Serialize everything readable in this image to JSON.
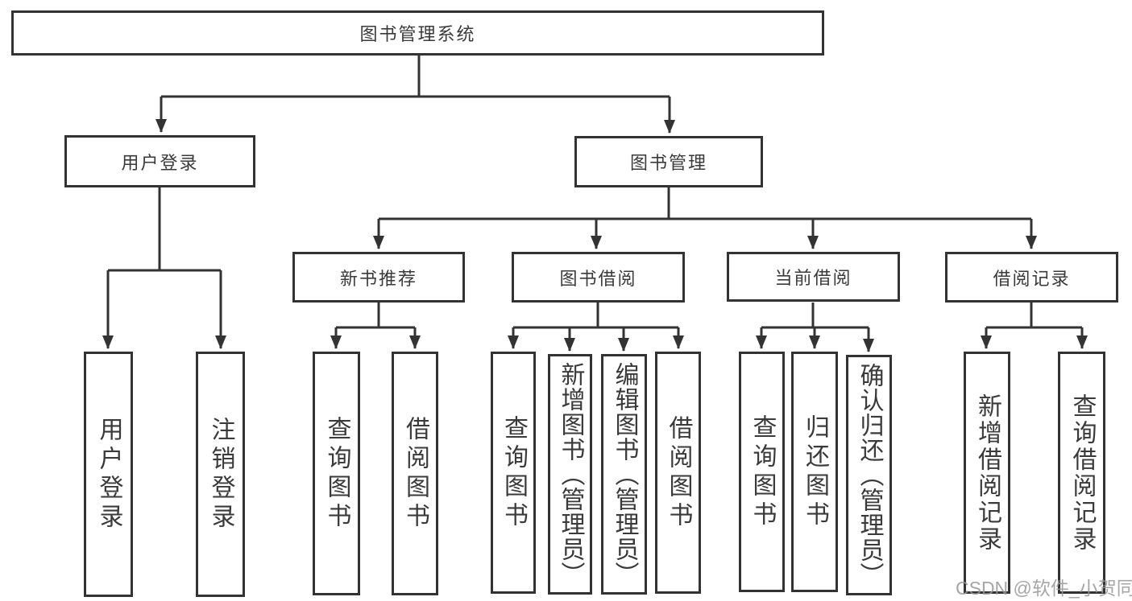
{
  "diagram": {
    "root": "图书管理系统",
    "level2": {
      "user_login": "用户登录",
      "book_mgmt": "图书管理"
    },
    "level3": {
      "new_books": "新书推荐",
      "borrowing": "图书借阅",
      "current": "当前借阅",
      "records": "借阅记录"
    },
    "leaves": {
      "login": "用户登录",
      "logout": "注销登录",
      "nb_search": "查询图书",
      "nb_borrow": "借阅图书",
      "bw_search": "查询图书",
      "bw_add": "新增图书（管理员）",
      "bw_edit": "编辑图书（管理员）",
      "bw_borrow": "借阅图书",
      "cur_search": "查询图书",
      "cur_return": "归还图书",
      "cur_confirm": "确认归还（管理员）",
      "rec_add": "新增借阅记录",
      "rec_search": "查询借阅记录"
    }
  },
  "watermark": "CSDN @软件_小贺同学",
  "colors": {
    "line": "#333333",
    "text": "#3a3a3a",
    "watermark": "#969696",
    "background": "#ffffff"
  }
}
